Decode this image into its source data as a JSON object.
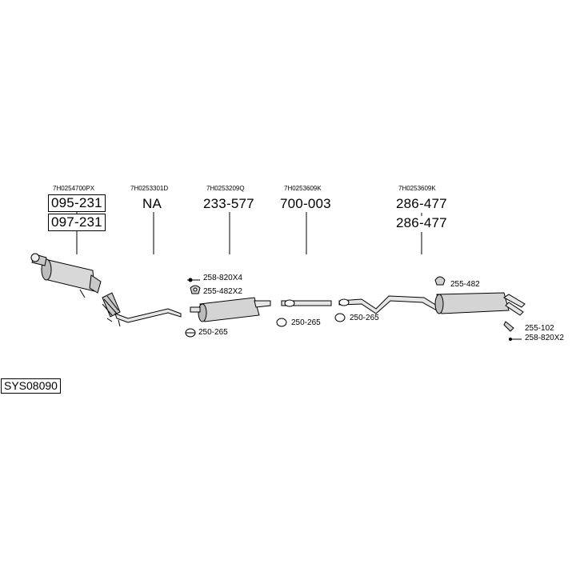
{
  "diagram_id": "SYS08090",
  "groups": [
    {
      "oem": "7H0254700PX",
      "parts": [
        "095-231",
        "097-231"
      ]
    },
    {
      "oem": "7H0253301D",
      "parts": [
        "NA"
      ]
    },
    {
      "oem": "7H0253209Q",
      "parts": [
        "233-577"
      ]
    },
    {
      "oem": "7H0253609K",
      "parts": [
        "700-003"
      ]
    },
    {
      "oem": "7H0253609K",
      "parts": [
        "286-477",
        "286-477"
      ]
    }
  ],
  "fittings": {
    "f1": "258-820X4",
    "f2": "255-482X2",
    "f3": "250-265",
    "f4": "250-265",
    "f5": "250-265",
    "f6": "255-482",
    "f7": "255-102",
    "f8": "258-820X2"
  }
}
